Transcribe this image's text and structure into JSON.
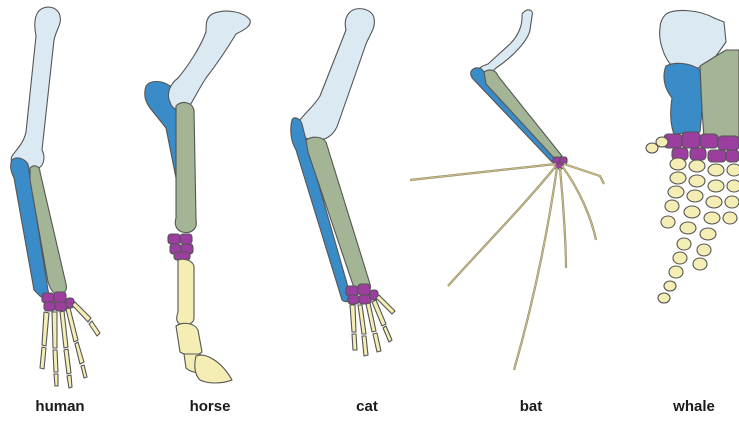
{
  "figure": {
    "labels": {
      "human": "human",
      "horse": "horse",
      "cat": "cat",
      "bat": "bat",
      "whale": "whale"
    },
    "colors": {
      "humerus": "#dbe9f2",
      "radius": "#3a8cc8",
      "ulna": "#a3b594",
      "carpals": "#9c3ea0",
      "phalanges": "#f5eeb4"
    }
  }
}
